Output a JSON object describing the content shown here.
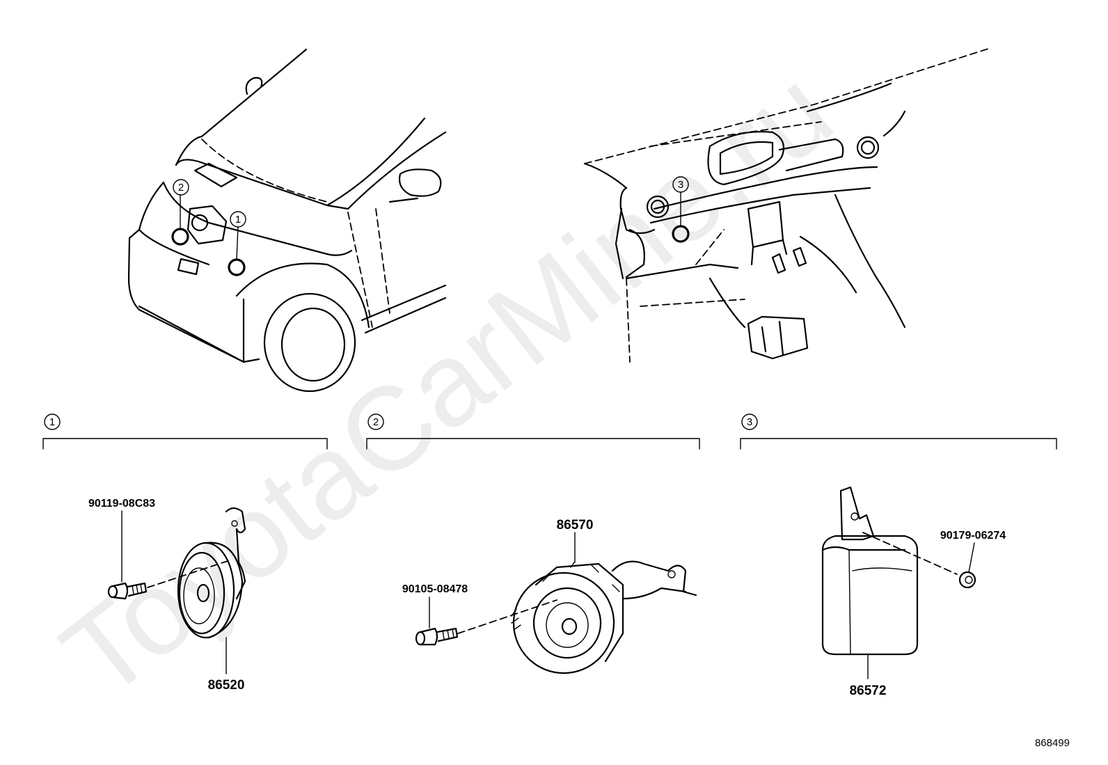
{
  "watermark": "ToyotaCarMine.ru",
  "diagram_id": "868499",
  "callouts": [
    "1",
    "2",
    "3"
  ],
  "sections": [
    {
      "number": "1",
      "parts": {
        "bolt": "90119-08C83",
        "horn": "86520"
      }
    },
    {
      "number": "2",
      "parts": {
        "bolt": "90105-08478",
        "horn": "86570"
      }
    },
    {
      "number": "3",
      "parts": {
        "nut": "90179-06274",
        "ecu": "86572"
      }
    }
  ]
}
